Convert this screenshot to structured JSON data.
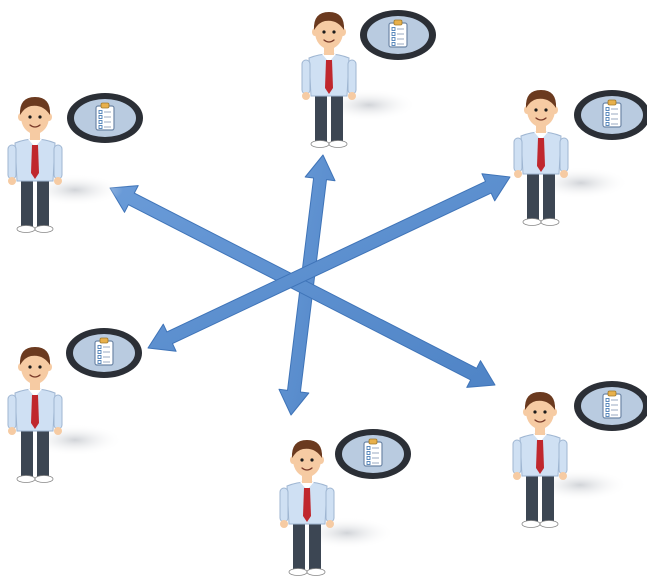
{
  "diagram": {
    "nodes": [
      {
        "id": "person-top",
        "icon": "clipboard-icon"
      },
      {
        "id": "person-upper-left",
        "icon": "clipboard-icon"
      },
      {
        "id": "person-upper-right",
        "icon": "clipboard-icon"
      },
      {
        "id": "person-lower-left",
        "icon": "clipboard-icon"
      },
      {
        "id": "person-lower-right",
        "icon": "clipboard-icon"
      },
      {
        "id": "person-bottom",
        "icon": "clipboard-icon"
      }
    ],
    "connections": [
      {
        "from": "person-bottom",
        "to": "person-top",
        "bidirectional": true
      },
      {
        "from": "person-upper-left",
        "to": "person-lower-right",
        "bidirectional": true
      },
      {
        "from": "person-lower-left",
        "to": "person-upper-right",
        "bidirectional": true
      }
    ],
    "colors": {
      "arrow_fill": "#5b8fd0",
      "arrow_stroke": "#3f74b8",
      "shirt": "#cfe0f3",
      "tie": "#c0272d",
      "trousers": "#3c4653",
      "hair": "#6b3a1f",
      "skin": "#f6cba3",
      "badge_ring": "#2b2f36",
      "badge_inner": "#b9cbe0"
    }
  }
}
